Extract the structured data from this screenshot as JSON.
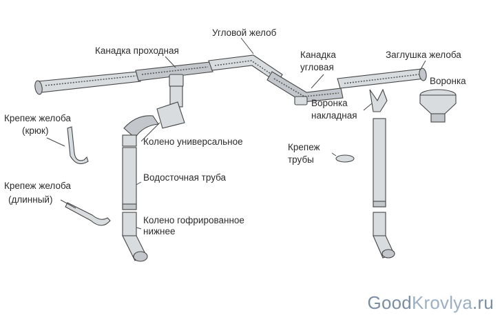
{
  "labels": {
    "kanadka_prohodnaya": "Канадка проходная",
    "uglovoy_zhelob": "Угловой желоб",
    "kanadka_uglovaya_1": "Канадка",
    "kanadka_uglovaya_2": "угловая",
    "zaglushka": "Заглушка желоба",
    "voronka": "Воронка",
    "voronka_nakladnaya_1": "Воронка",
    "voronka_nakladnaya_2": "накладная",
    "krepezh_kryuk_1": "Крепеж желоба",
    "krepezh_kryuk_2": "(крюк)",
    "koleno_universalnoe": "Колено универсальное",
    "krepezh_truby_1": "Крепеж",
    "krepezh_truby_2": "трубы",
    "vodostochnaya_truba": "Водосточная труба",
    "krepezh_dlinny_1": "Крепеж желоба",
    "krepezh_dlinny_2": "(длинный)",
    "koleno_gofr_1": "Колено гофрированное",
    "koleno_gofr_2": "нижнее"
  },
  "watermark": {
    "part1": "Good",
    "part2": "Krovlya",
    "part3": ".ru"
  },
  "colors": {
    "metal": "#d9dcdf",
    "outline": "#444444",
    "watermark": "#7a8ea3"
  }
}
